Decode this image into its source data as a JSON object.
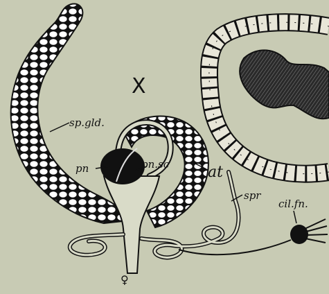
{
  "figure": {
    "panel_mark": "X",
    "labels": {
      "sp_gld": "sp.gld.",
      "pn": "pn",
      "pn_sc": "pn.sc",
      "at": "at",
      "spr": "spr",
      "cil_fn": "cil.fn.",
      "female_symbol": "♀"
    },
    "colors": {
      "background": "#c8cbb4",
      "ink": "#111111",
      "cell_fill": "#ffffff",
      "tube_fill": "#d9dbc8"
    }
  }
}
